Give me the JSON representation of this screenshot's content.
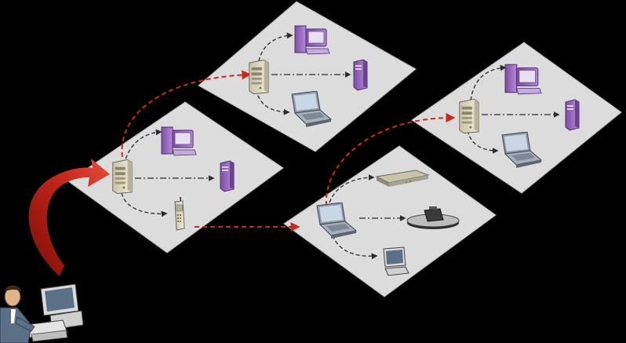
{
  "diagram": {
    "background": "#000000",
    "plane_color": "#dcdcdc",
    "plane_edge": "#b5b5b5",
    "arrow_red": "#c8281e",
    "arrow_dark": "#2b2b2b",
    "device_purple": "#9b6fc0",
    "device_beige": "#e9e4cf",
    "planes": [
      {
        "id": "left",
        "devices": [
          "server-icon",
          "workstation-icon",
          "tower-icon",
          "mobile-phone-icon"
        ]
      },
      {
        "id": "top",
        "devices": [
          "server-icon",
          "workstation-icon",
          "tower-icon",
          "laptop-icon"
        ]
      },
      {
        "id": "right",
        "devices": [
          "server-icon",
          "workstation-icon",
          "tower-icon",
          "laptop-icon"
        ]
      },
      {
        "id": "bottom",
        "devices": [
          "laptop-icon",
          "router-icon",
          "scanner-icon",
          "monitor-icon"
        ]
      }
    ],
    "user": {
      "icon": "user-at-computer-icon"
    }
  }
}
